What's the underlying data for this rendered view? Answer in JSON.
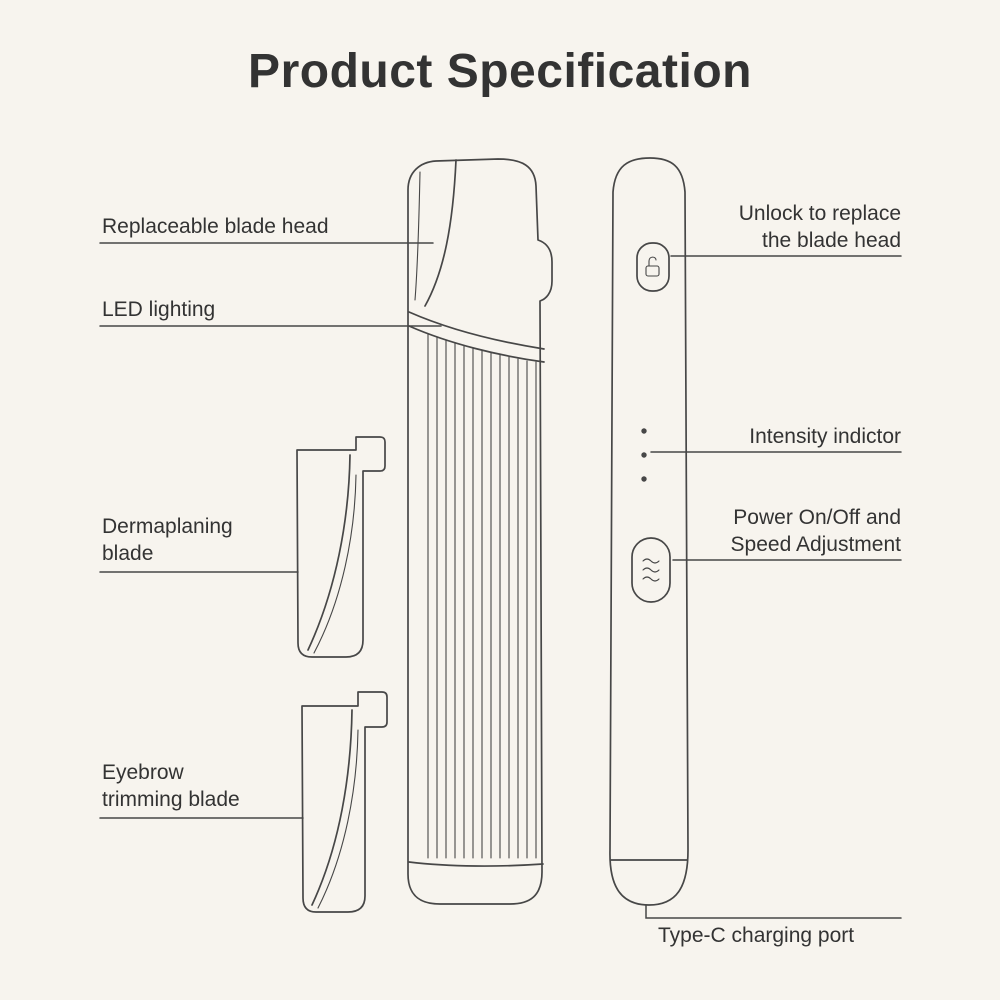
{
  "title": "Product Specification",
  "diagram": {
    "labels": {
      "replaceable_blade_head": "Replaceable blade head",
      "led_lighting": "LED lighting",
      "dermaplaning_blade": "Dermaplaning blade",
      "eyebrow_trimming_blade": "Eyebrow trimming blade",
      "unlock_to_replace": "Unlock to replace the blade head",
      "intensity_indicator": "Intensity indictor",
      "power_speed": "Power On/Off and Speed Adjustment",
      "type_c_port": "Type-C charging port"
    },
    "icons": [
      "lock-icon",
      "speed-wave-icon",
      "intensity-dots-icon"
    ],
    "views": [
      "front-view",
      "side-view",
      "dermaplaning-blade-attachment",
      "eyebrow-trimming-blade-attachment"
    ]
  },
  "colors": {
    "background": "#f7f4ee",
    "line": "#474747",
    "text": "#333333"
  }
}
